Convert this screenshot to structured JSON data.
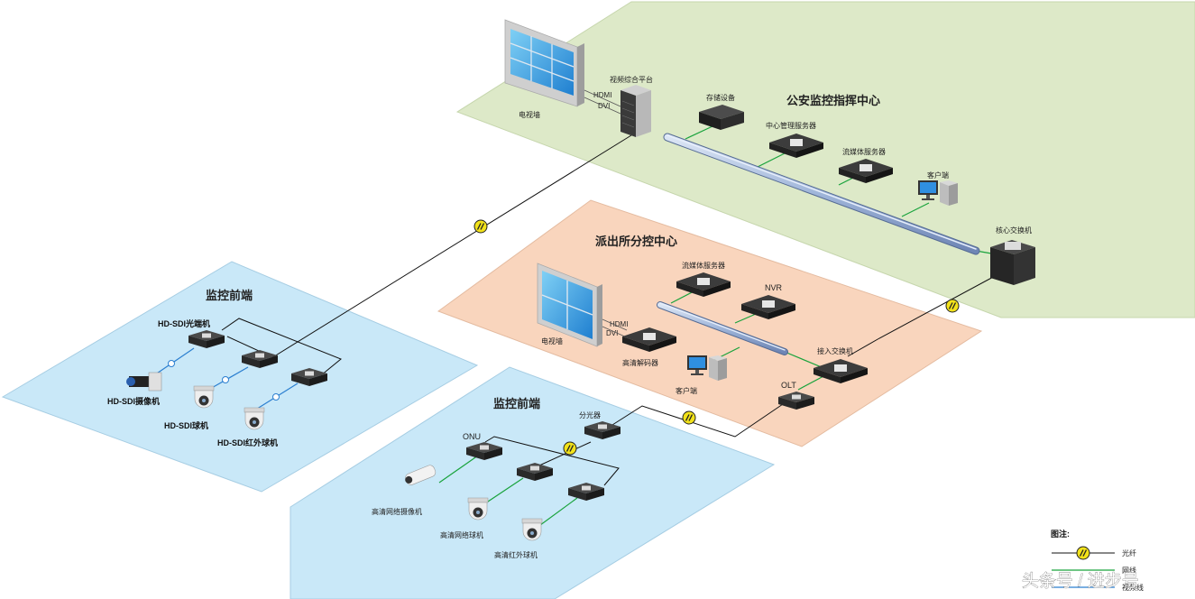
{
  "zones": {
    "command": "公安监控指挥中心",
    "station": "派出所分控中心",
    "front_left": "监控前端",
    "front_bottom": "监控前端"
  },
  "command": {
    "tv_wall": "电视墙",
    "platform": "视频综合平台",
    "hdmi": "HDMI",
    "dvi": "DVI",
    "storage": "存储设备",
    "mgmt_server": "中心管理服务器",
    "stream_server": "流媒体服务器",
    "client": "客户端",
    "core_switch": "核心交换机"
  },
  "station": {
    "tv_wall": "电视墙",
    "hdmi": "HDMI",
    "dvi": "DVI",
    "decoder": "高清解码器",
    "stream_server": "流媒体服务器",
    "nvr": "NVR",
    "client": "客户端",
    "access_switch": "接入交换机",
    "olt": "OLT"
  },
  "front_left": {
    "optical_terminal": "HD-SDI光端机",
    "camera": "HD-SDI摄像机",
    "dome": "HD-SDI球机",
    "ir_dome": "HD-SDI红外球机"
  },
  "front_bottom": {
    "onu": "ONU",
    "splitter": "分光器",
    "net_camera": "高清网络摄像机",
    "net_dome": "高清网络球机",
    "ir_dome": "高清红外球机"
  },
  "legend": {
    "title": "图注:",
    "fiber": "光纤",
    "network": "网线",
    "video": "视频线"
  },
  "watermark": "头条号 / 进步号",
  "colors": {
    "command_zone": "#dde9c8",
    "station_zone": "#f9d5bd",
    "front_zone": "#c9e8f8",
    "network_line": "#19a33c",
    "fiber_line": "#111111",
    "fiber_marker": "#f2e21a",
    "bus": "#9fb5d9"
  }
}
